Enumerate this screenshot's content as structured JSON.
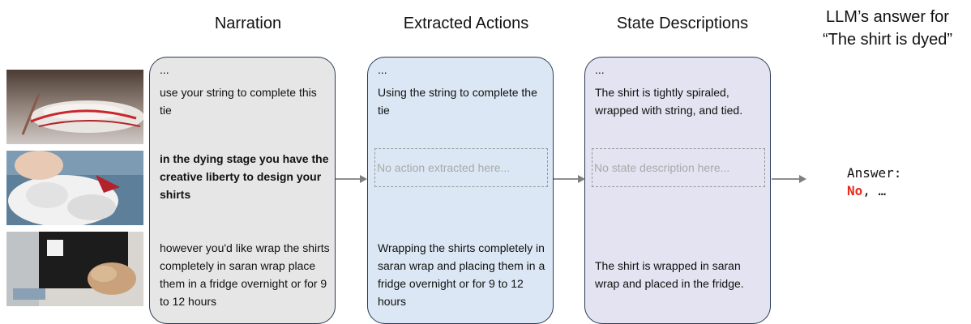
{
  "headers": {
    "narration": "Narration",
    "actions": "Extracted Actions",
    "states": "State Descriptions",
    "llm_line1": "LLM’s answer for",
    "llm_line2": "“The shirt is dyed”"
  },
  "narration": {
    "ellipsis": "...",
    "seg1": "use your string to complete this tie",
    "seg2": "in the dying stage you have the creative liberty to design your shirts",
    "seg3": "however you'd like wrap the shirts completely in saran wrap place them in a fridge overnight or for 9 to 12 hours"
  },
  "actions": {
    "ellipsis": "...",
    "seg1": "Using the string to complete the tie",
    "placeholder": "No action extracted here...",
    "seg3": "Wrapping the shirts completely in saran wrap and placing them in a fridge overnight or for 9 to 12 hours"
  },
  "states": {
    "ellipsis": "...",
    "seg1": "The shirt is tightly spiraled, wrapped with string, and tied.",
    "placeholder": "No state description here...",
    "seg3": "The shirt is wrapped in saran wrap and placed in the fridge."
  },
  "answer": {
    "label": "Answer:",
    "value": "No",
    "rest": ", …"
  },
  "colors": {
    "narration_panel": "#e6e6e6",
    "actions_panel": "#dbe7f4",
    "states_panel": "#e3e3f1",
    "answer_no": "#e8291c"
  }
}
